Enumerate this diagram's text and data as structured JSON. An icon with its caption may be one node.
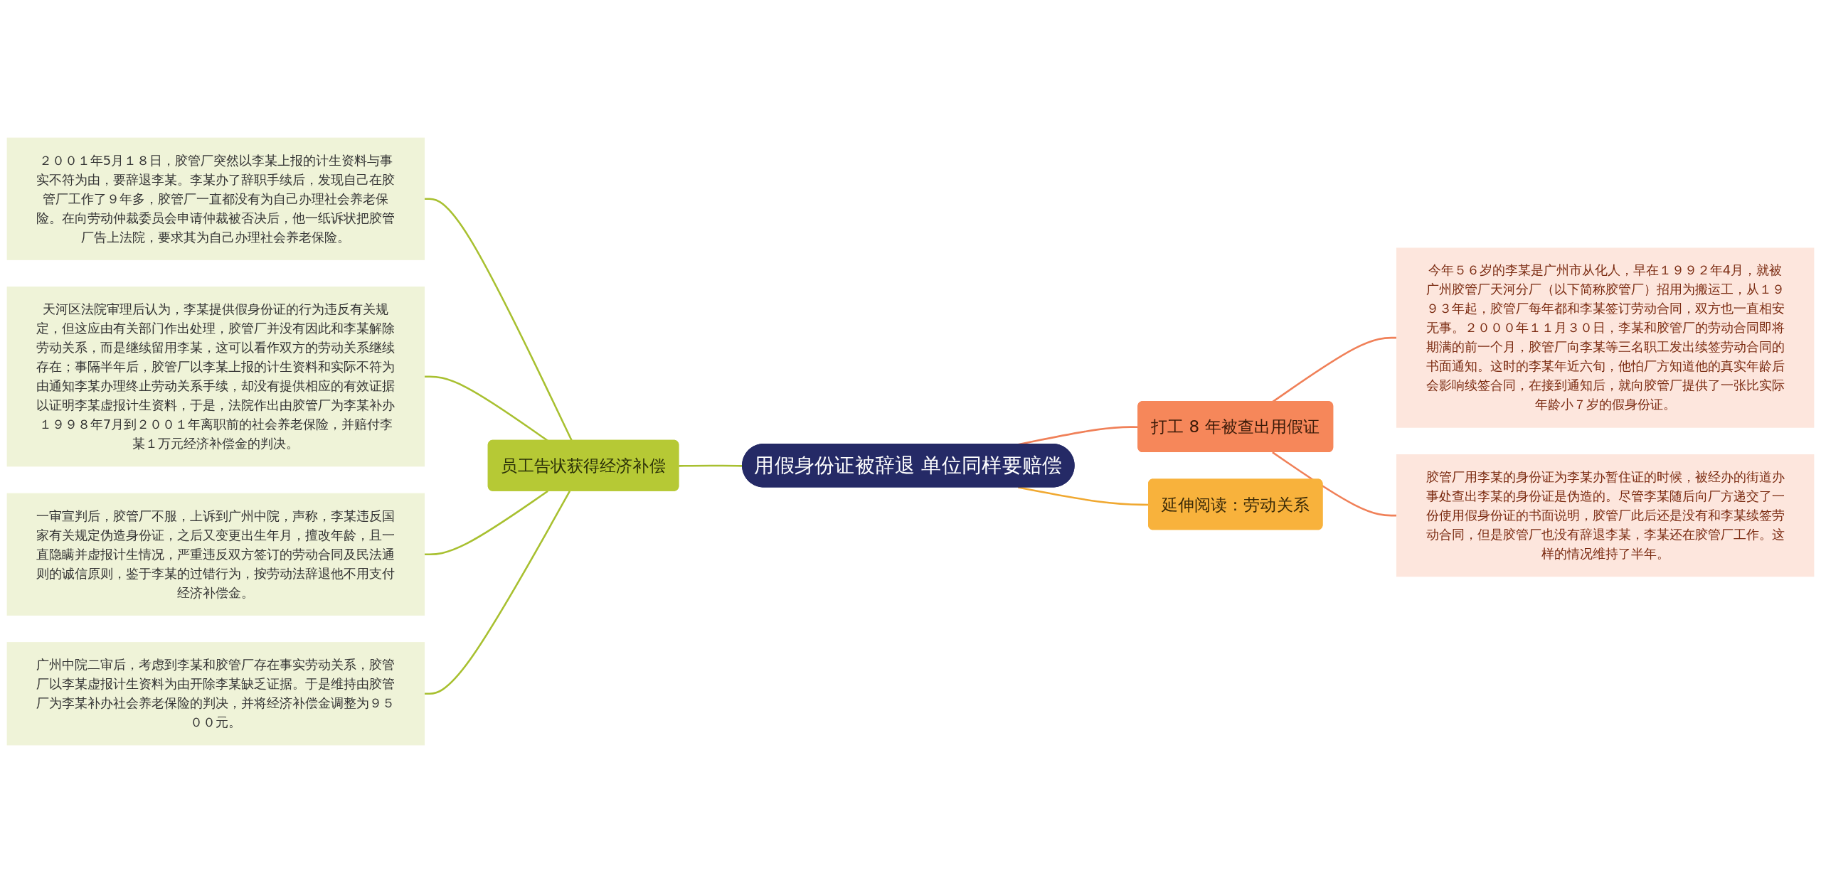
{
  "diagram": {
    "nodes": [
      {
        "text": [
          "用假身份证被辞退 单位同样要赔偿"
        ]
      },
      {
        "text": [
          "打工 8 年被查出用假证"
        ]
      },
      {
        "text": [
          "今年５６岁的李某是广州市从化人，早在１９９２年4月，就被广州胶管厂天河分厂（以下简称胶管厂）招用为搬运工，从１９９３年起，胶管厂每年都和李某签订劳动合同，双方也一直相安无事。２０００年１１月３０日，李某和胶管厂的劳动合同即将期满的前一个月，胶管厂向李某等三名职工发出续签劳动合同的书面通知。这时的李某年近六旬，他怕厂方知道他的真实年龄后会影响续签合同，在接到通知后，就向胶管厂提供了一张比实际年龄小７岁的假身份证。"
        ]
      },
      {
        "text": [
          "胶管厂用李某的身份证为李某办暂住证的时候，被经办的街道办事处查出李某的身份证是伪造的。尽管李某随后向厂方递交了一份使用假身份证的书面说明，胶管厂此后还是没有和李某续签劳动合同，但是胶管厂也没有辞退李某，李某还在胶管厂工作。这样的情况维持了半年。"
        ]
      },
      {
        "text": [
          "延伸阅读：劳动关系"
        ]
      },
      {
        "text": [
          "员工告状获得经济补偿"
        ]
      },
      {
        "text": [
          "２００１年5月１８日，胶管厂突然以李某上报的计生资料与事实不符为由，要辞退李某。李某办了辞职手续后，发现自己在胶管厂工作了９年多，胶管厂一直都没有为自己办理社会养老保险。在向劳动仲裁委员会申请仲裁被否决后，他一纸诉状把胶管厂告上法院，要求其为自己办理社会养老保险。"
        ]
      },
      {
        "text": [
          "天河区法院审理后认为，李某提供假身份证的行为违反有关规定，但这应由有关部门作出处理，胶管厂并没有因此和李某解除劳动关系，而是继续留用李某，这可以看作双方的劳动关系继续存在；事隔半年后，胶管厂以李某上报的计生资料和实际不符为由通知李某办理终止劳动关系手续，却没有提供相应的有效证据以证明李某虚报计生资料，于是，法院作出由胶管厂为李某补办１９９８年7月到２００１年离职前的社会养老保险，并赔付李某１万元经济补偿金的判决。"
        ]
      },
      {
        "text": [
          "一审宣判后，胶管厂不服，上诉到广州中院，声称，李某违反国家有关规定伪造身份证，之后又变更出生年月，擅改年龄，且一直隐瞒并虚报计生情况，严重违反双方签订的劳动合同及民法通则的诚信原则，鉴于李某的过错行为，按劳动法辞退他不用支付经济补偿金。"
        ]
      },
      {
        "text": [
          "广州中院二审后，考虑到李某和胶管厂存在事实劳动关系，胶管厂以李某虚报计生资料为由开除李某缺乏证据。于是维持由胶管厂为李某补办社会养老保险的判决，并将经济补偿金调整为９５００元。"
        ]
      }
    ],
    "edges": [
      {
        "from": 0,
        "to": 1,
        "arrow": "none",
        "color": "#f08058"
      },
      {
        "from": 1,
        "to": 2,
        "arrow": "none",
        "color": "#f08058"
      },
      {
        "from": 1,
        "to": 3,
        "arrow": "none",
        "color": "#f08058"
      },
      {
        "from": 0,
        "to": 4,
        "arrow": "none",
        "color": "#f0a830"
      },
      {
        "from": 0,
        "to": 5,
        "arrow": "none"
      },
      {
        "from": 5,
        "to": 6,
        "arrow": "none"
      },
      {
        "from": 5,
        "to": 7,
        "arrow": "none"
      },
      {
        "from": 5,
        "to": 8,
        "arrow": "none"
      },
      {
        "from": 5,
        "to": 9,
        "arrow": "none"
      }
    ]
  }
}
